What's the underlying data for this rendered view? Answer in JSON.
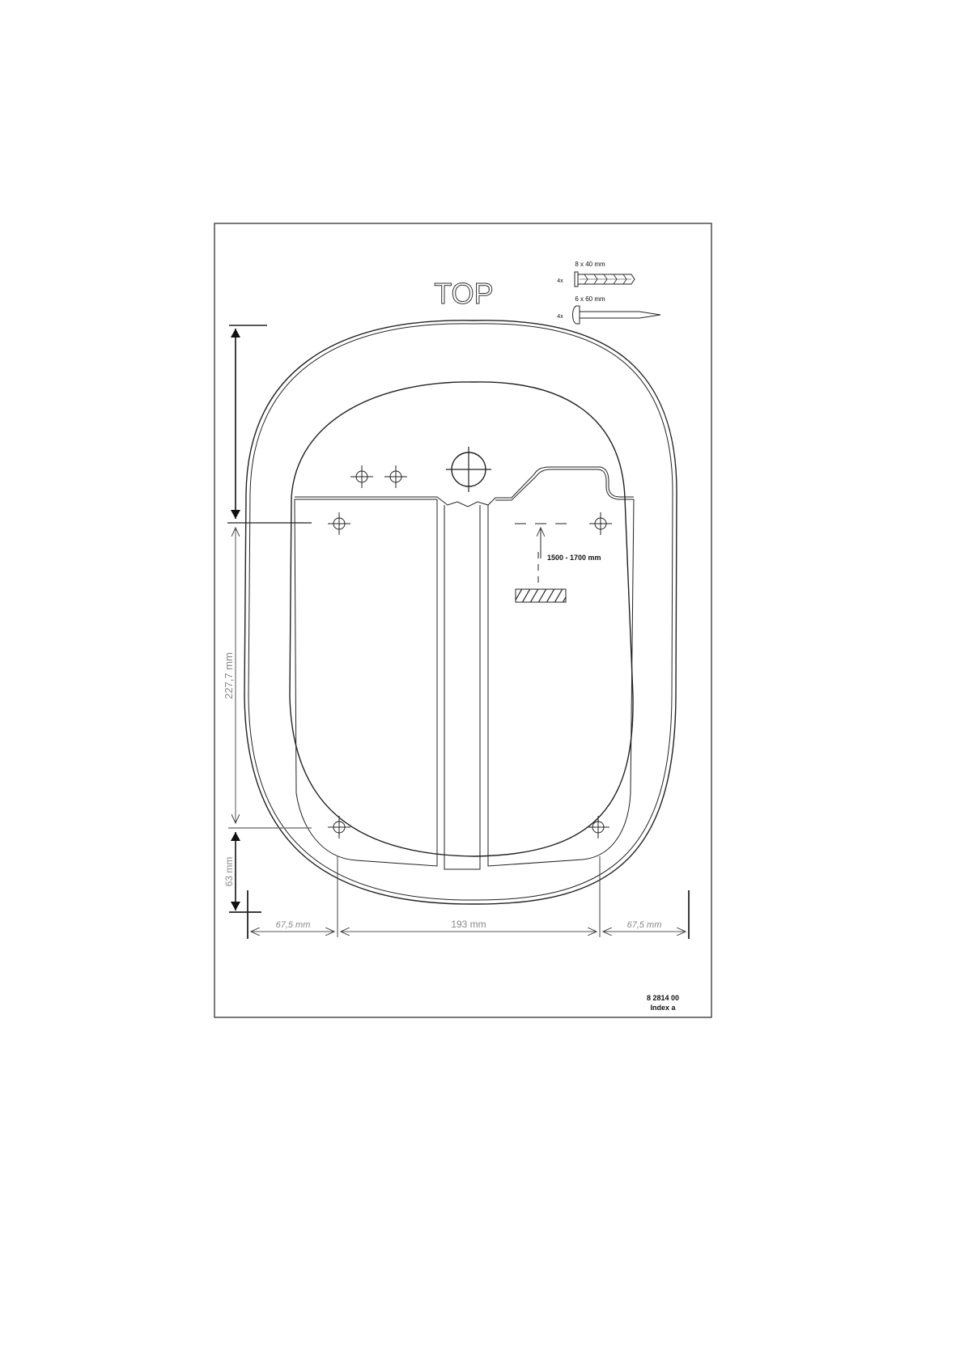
{
  "template": {
    "top_label": "TOP",
    "code_number": "8 2814 00",
    "index_label": "Index a"
  },
  "fasteners": [
    {
      "qty": "4x",
      "size": "8 x 40 mm",
      "icon": "wall-plug-icon"
    },
    {
      "qty": "4x",
      "size": "6 x 60 mm",
      "icon": "screw-icon"
    }
  ],
  "dimensions": {
    "vertical_main": "227,7 mm",
    "vertical_bottom": "63 mm",
    "horizontal_left": "67,5 mm",
    "horizontal_center": "193 mm",
    "horizontal_right": "67,5 mm",
    "mounting_height": "1500 - 1700 mm"
  },
  "colors": {
    "line": "#222222",
    "dimension_text": "#888888"
  }
}
